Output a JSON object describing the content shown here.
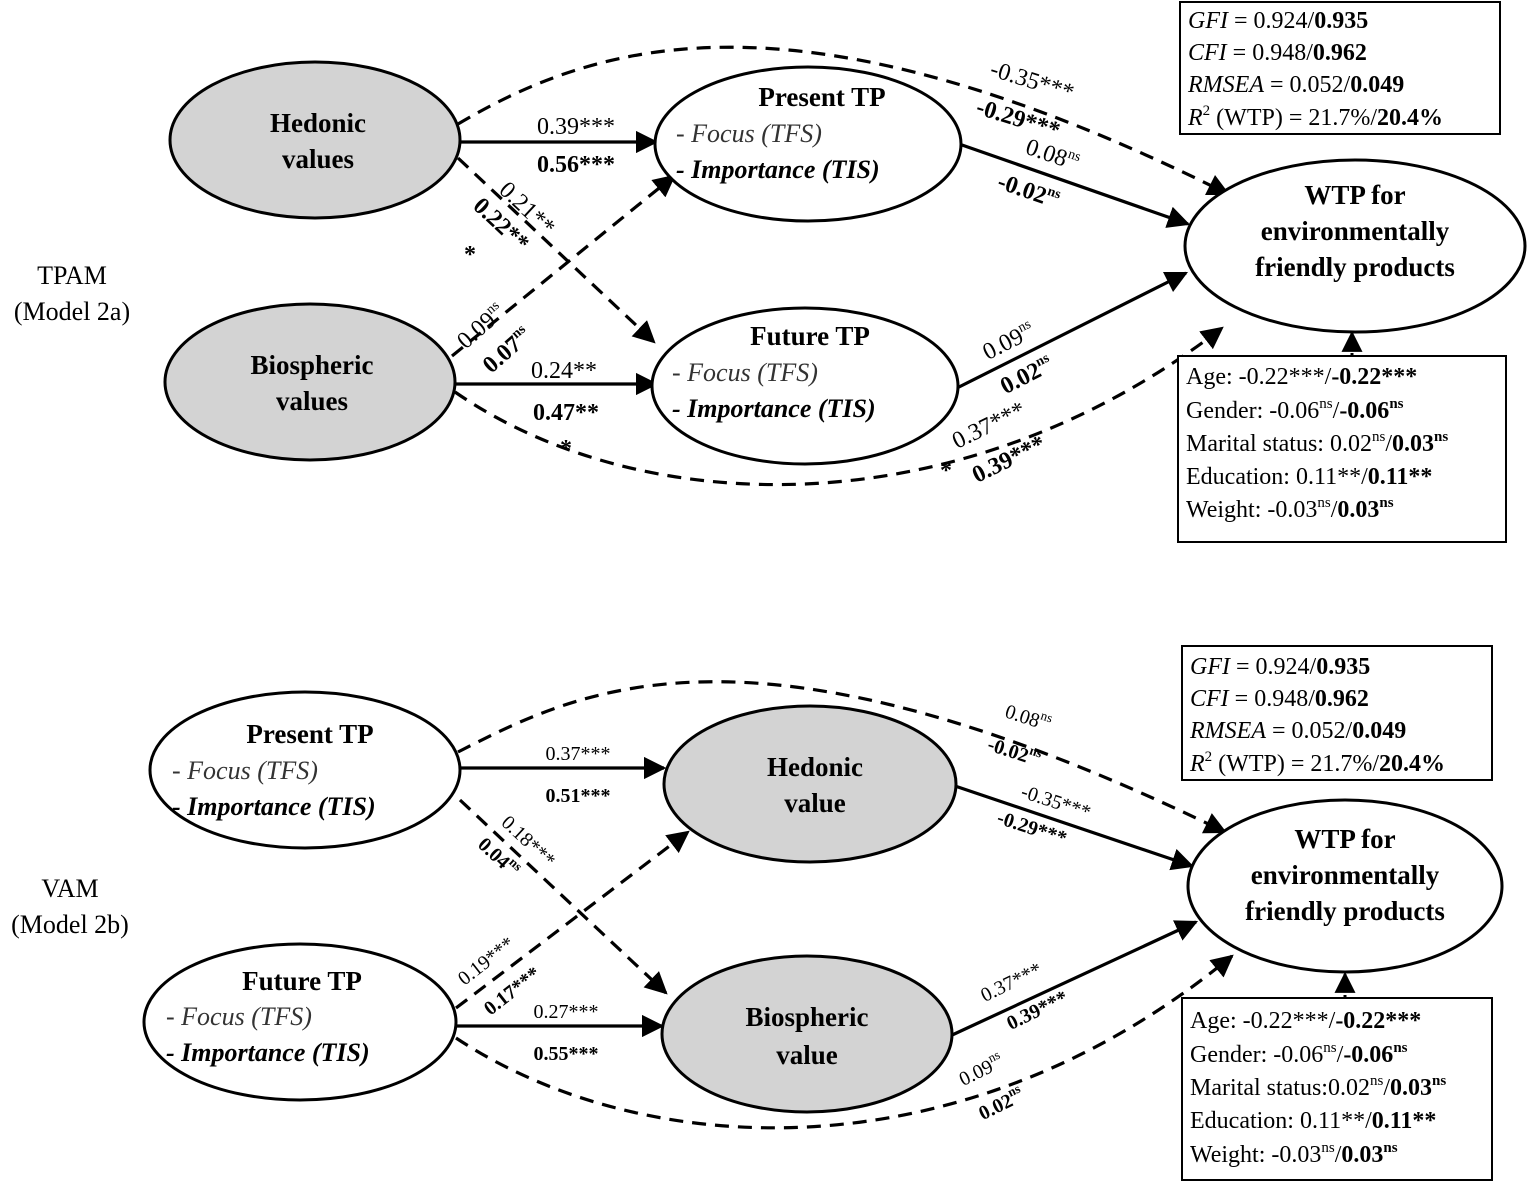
{
  "models": [
    {
      "label": "TPAM",
      "sublabel": "(Model 2a)",
      "nodes": {
        "a1": {
          "title": "Hedonic",
          "title2": "values"
        },
        "a2": {
          "title": "Biospheric",
          "title2": "values"
        },
        "m1": {
          "title": "Present TP",
          "sub1": "- Focus (TFS)",
          "sub2": "- Importance (TIS)"
        },
        "m2": {
          "title": "Future TP",
          "sub1": "- Focus (TFS)",
          "sub2": "- Importance (TIS)"
        },
        "out": {
          "l1": "WTP for",
          "l2": "environmentally",
          "l3": "friendly products"
        }
      },
      "paths": {
        "a1_m1": {
          "v1": "0.39***",
          "v2": "0.56***"
        },
        "a1_m2": {
          "v1": "0.21**",
          "v2": "0.22**",
          "v3": "*"
        },
        "a2_m1": {
          "v1": "0.09",
          "s1": "ns",
          "v2": "0.07",
          "s2": "ns"
        },
        "a2_m2": {
          "v1": "0.24**",
          "v2": "0.47**",
          "v3": "*"
        },
        "m1_out": {
          "v1": "0.08",
          "s1": "ns",
          "v2": "-0.02",
          "s2": "ns"
        },
        "m2_out": {
          "v1": "0.09",
          "s1": "ns",
          "v2": "0.02",
          "s2": "ns"
        },
        "a1_out": {
          "v1": "-0.35***",
          "v2": "-0.29***"
        },
        "a2_out": {
          "v1": "0.37***",
          "v2": "0.39***",
          "v3": "*"
        }
      },
      "fit": {
        "gfi_label": "GFI",
        "gfi_val": " = 0.924/",
        "gfi_bold": "0.935",
        "cfi_label": "CFI",
        "cfi_val": " = 0.948/",
        "cfi_bold": "0.962",
        "rmsea_label": "RMSEA",
        "rmsea_val": " = 0.052/",
        "rmsea_bold": "0.049",
        "r2_label": "R",
        "r2_sup": "2",
        "r2_val": " (WTP) = 21.7%/",
        "r2_bold": "20.4%"
      },
      "controls": {
        "age": {
          "label": "Age: -0.22***/",
          "bold": "-0.22***"
        },
        "gender": {
          "label": "Gender: -0.06",
          "sup": "ns",
          "sep": "/",
          "bold": "-0.06",
          "bsup": "ns"
        },
        "marital": {
          "label": "Marital status: 0.02",
          "sup": "ns",
          "sep": "/",
          "bold": "0.03",
          "bsup": "ns"
        },
        "education": {
          "label": "Education: 0.11**/",
          "bold": "0.11**"
        },
        "weight": {
          "label": "Weight: -0.03",
          "sup": "ns",
          "sep": "/",
          "bold": "0.03",
          "bsup": "ns"
        }
      }
    },
    {
      "label": "VAM",
      "sublabel": "(Model 2b)",
      "nodes": {
        "a1": {
          "title": "Present TP",
          "sub1": "- Focus (TFS)",
          "sub2": "- Importance (TIS)"
        },
        "a2": {
          "title": "Future TP",
          "sub1": "- Focus (TFS)",
          "sub2": "- Importance (TIS)"
        },
        "m1": {
          "title": "Hedonic",
          "title2": "value"
        },
        "m2": {
          "title": "Biospheric",
          "title2": "value"
        },
        "out": {
          "l1": "WTP for",
          "l2": "environmentally",
          "l3": "friendly products"
        }
      },
      "paths": {
        "a1_m1": {
          "v1": "0.37***",
          "v2": "0.51***"
        },
        "a1_m2": {
          "v1": "0.18***",
          "v2": "0.04",
          "s2": "ns"
        },
        "a2_m1": {
          "v1": "0.19***",
          "v2": "0.17***"
        },
        "a2_m2": {
          "v1": "0.27***",
          "v2": "0.55***"
        },
        "m1_out": {
          "v1": "-0.35***",
          "v2": "-0.29***"
        },
        "m2_out": {
          "v1": "0.37***",
          "v2": "0.39***"
        },
        "a1_out": {
          "v1": "0.08",
          "s1": "ns",
          "v2": "-0.02",
          "s2": "ns"
        },
        "a2_out": {
          "v1": "0.09",
          "s1": "ns",
          "v2": "0.02",
          "s2": "ns"
        }
      },
      "fit": {
        "gfi_label": "GFI",
        "gfi_val": " = 0.924/",
        "gfi_bold": "0.935",
        "cfi_label": "CFI",
        "cfi_val": " = 0.948/",
        "cfi_bold": "0.962",
        "rmsea_label": "RMSEA",
        "rmsea_val": " = 0.052/",
        "rmsea_bold": "0.049",
        "r2_label": "R",
        "r2_sup": "2",
        "r2_val": " (WTP) = 21.7%/",
        "r2_bold": "20.4%"
      },
      "controls": {
        "age": {
          "label": "Age: -0.22***/",
          "bold": "-0.22***"
        },
        "gender": {
          "label": "Gender: -0.06",
          "sup": "ns",
          "sep": "/",
          "bold": "-0.06",
          "bsup": "ns"
        },
        "marital": {
          "label": "Marital status:0.02",
          "sup": "ns",
          "sep": "/",
          "bold": "0.03",
          "bsup": "ns"
        },
        "education": {
          "label": "Education: 0.11**/",
          "bold": "0.11**"
        },
        "weight": {
          "label": "Weight: -0.03",
          "sup": "ns",
          "sep": "/",
          "bold": "0.03",
          "bsup": "ns"
        }
      }
    }
  ],
  "colors": {
    "shaded_node": "#d3d3d3",
    "plain_node": "#ffffff",
    "stroke": "#000000"
  }
}
